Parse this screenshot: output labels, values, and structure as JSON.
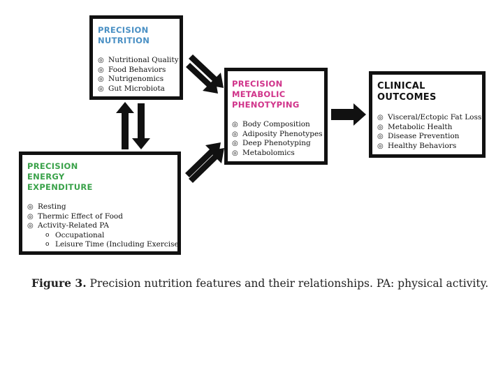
{
  "boxes": {
    "nutrition": {
      "title": "PRECISION\nNUTRITION",
      "color": "#4a90c4",
      "items": [
        "Nutritional Quality",
        "Food Behaviors",
        "Nutrigenomics",
        "Gut Microbiota"
      ]
    },
    "metabolic": {
      "title": "PRECISION\nMETABOLIC\nPHENOTYPING",
      "color": "#d0338a",
      "items": [
        "Body Composition",
        "Adiposity Phenotypes",
        "Deep Phenotyping",
        "Metabolomics"
      ]
    },
    "outcomes": {
      "title": "CLINICAL\nOUTCOMES",
      "color": "#111111",
      "items": [
        "Visceral/Ectopic Fat Loss",
        "Metabolic Health",
        "Disease Prevention",
        "Healthy Behaviors"
      ]
    },
    "energy": {
      "title": "PRECISION\nENERGY\nEXPENDITURE",
      "color": "#3aa24a",
      "items": [
        "Resting",
        "Thermic Effect of Food",
        "Activity-Related PA"
      ],
      "subitems": [
        "Occupational",
        "Leisure Time (Including Exercise)"
      ]
    }
  },
  "bullet_glyph": "◎",
  "sub_bullet_glyph": "o",
  "caption": {
    "label": "Figure 3.",
    "text": "Precision nutrition features and their relationships. PA: physical activity."
  }
}
